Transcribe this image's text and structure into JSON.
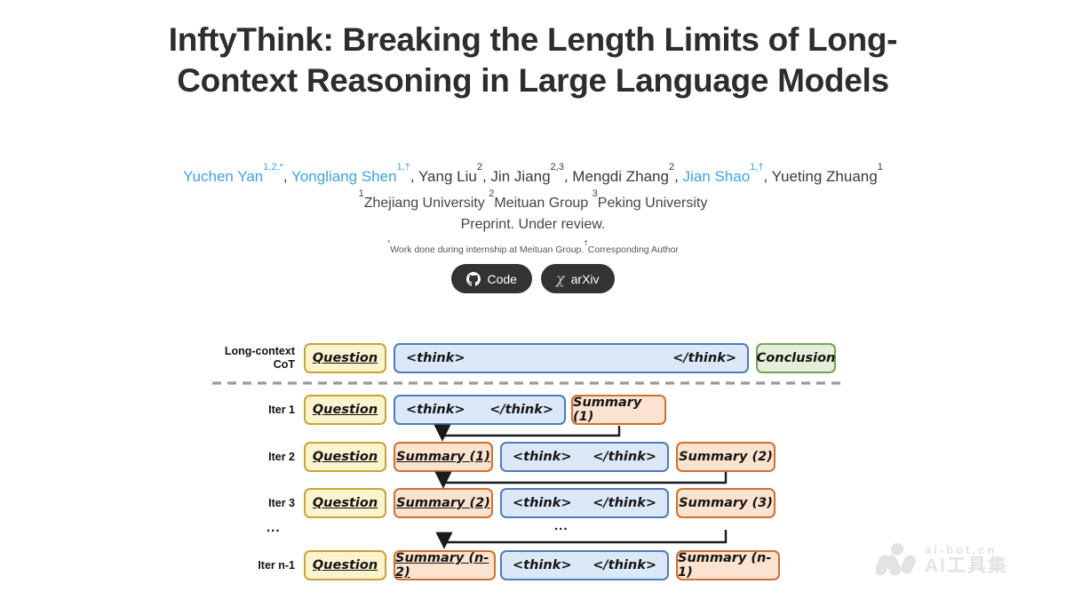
{
  "header": {
    "title": "InftyThink: Breaking the Length Limits of Long-Context Reasoning in Large Language Models",
    "authors": [
      {
        "name": "Yuchen Yan",
        "sup": "1,2,*",
        "link": true,
        "sep": ", "
      },
      {
        "name": "Yongliang Shen",
        "sup": "1,†",
        "link": true,
        "sep": ", "
      },
      {
        "name": "Yang Liu",
        "sup": "2",
        "link": false,
        "sep": ", "
      },
      {
        "name": "Jin Jiang",
        "sup": "2,3",
        "link": false,
        "sep": ", "
      },
      {
        "name": "Mengdi Zhang",
        "sup": "2",
        "link": false,
        "sep": ", "
      },
      {
        "name": "Jian Shao",
        "sup": "1,†",
        "link": true,
        "sep": ", "
      },
      {
        "name": "Yueting Zhuang",
        "sup": "1",
        "link": false,
        "sep": ""
      }
    ],
    "affiliations": [
      {
        "sup": "1",
        "name": "Zhejiang University "
      },
      {
        "sup": "2",
        "name": "Meituan Group "
      },
      {
        "sup": "3",
        "name": "Peking University"
      }
    ],
    "status": "Preprint. Under review.",
    "footnotes": [
      {
        "sup": "*",
        "text": "Work done during internship at Meituan Group."
      },
      {
        "sup": "†",
        "text": "Corresponding Author"
      }
    ],
    "buttons": [
      {
        "label": "Code",
        "icon": "github-icon"
      },
      {
        "label": "arXiv",
        "icon": "arxiv-icon"
      }
    ]
  },
  "diagram": {
    "question": "Question",
    "think_open": "<think>",
    "think_close": "</think>",
    "ellipsis": "...",
    "cot": {
      "label_line1": "Long-context",
      "label_line2": "CoT",
      "conclusion": "Conclusion"
    },
    "iter1": {
      "label": "Iter 1",
      "summary_out": "Summary (1)"
    },
    "iter2": {
      "label": "Iter 2",
      "summary_in": "Summary (1)",
      "summary_out": "Summary (2)"
    },
    "iter3": {
      "label": "Iter 3",
      "summary_in": "Summary (2)",
      "summary_out": "Summary (3)"
    },
    "itern": {
      "label": "Iter n-1",
      "summary_in": "Summary (n-2)",
      "summary_out": "Summary (n-1)"
    }
  },
  "colors": {
    "question_bg": "#fbf2ce",
    "question_border": "#c9a437",
    "think_bg": "#dbe8f7",
    "think_border": "#4e7dba",
    "conclusion_bg": "#e3efd9",
    "conclusion_border": "#74a356",
    "summary_bg": "#fbe3d0",
    "summary_border": "#d06f2f",
    "link_blue": "#42a0e8",
    "button_bg": "#333333",
    "arrow": "#1a1a1a",
    "separator": "#9a9a9a"
  },
  "watermark": {
    "domain": "ai-bot.cn",
    "name": "AI工具集"
  }
}
